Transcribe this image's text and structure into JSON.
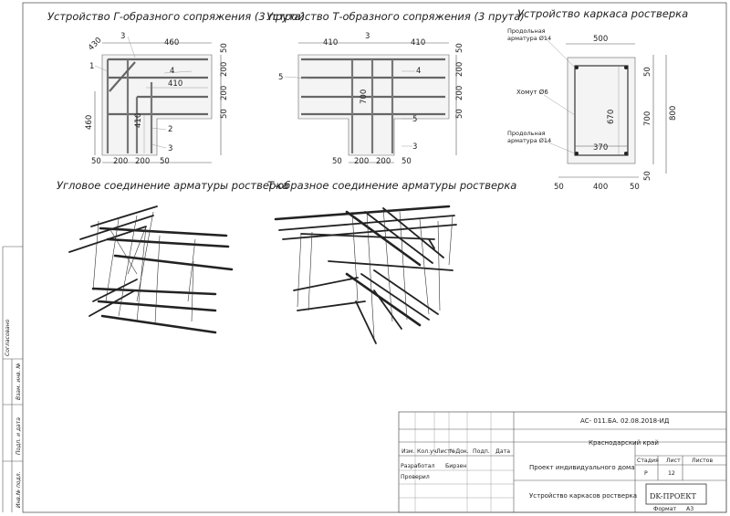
{
  "titles": {
    "g_joint": "Устройство Г-образного сопряжения (3 прута)",
    "t_joint": "Устройство Т-образного сопряжения (3 прута)",
    "frame": "Устройство каркаса ростверка",
    "g_corner_3d": "Угловое соединение арматуры ростверка",
    "t_joint_3d": "Т-образное соединение арматуры ростверка"
  },
  "g_plan": {
    "dims_top": [
      "430",
      "3",
      "460"
    ],
    "dims_right": [
      "50",
      "200",
      "200",
      "50"
    ],
    "dims_left": [
      "460"
    ],
    "dims_inner": [
      "410",
      "410"
    ],
    "dims_bottom": [
      "50",
      "200",
      "200",
      "50"
    ],
    "callouts": [
      "1",
      "4",
      "2",
      "3"
    ]
  },
  "t_plan": {
    "dims_top": [
      "410",
      "3",
      "410"
    ],
    "dims_right": [
      "50",
      "200",
      "200",
      "50"
    ],
    "dims_inner": [
      "700"
    ],
    "dims_bottom": [
      "50",
      "200",
      "200",
      "50"
    ],
    "callouts": [
      "5",
      "4",
      "5",
      "3"
    ]
  },
  "frame_section": {
    "width_top": "500",
    "width_inner": "370",
    "width_bottom": [
      "50",
      "400",
      "50"
    ],
    "height_inner": "670",
    "height_right": [
      "50",
      "700",
      "800",
      "50"
    ],
    "labels": {
      "top_bar": "Продольная арматура Ø14",
      "stirrup": "Хомут Ø6",
      "bottom_bar": "Продольная арматура Ø14"
    }
  },
  "side_stamp": {
    "agreed": "Согласовано",
    "inv_replace": "Взам. инв. №",
    "sign_date": "Подп. и дата",
    "inv_orig": "Инв.№ подл."
  },
  "title_block": {
    "code": "АС- 011.БА. 02.08.2018-ИД",
    "region": "Краснодарский край",
    "header_cols": [
      "Изм.",
      "Кол.уч.",
      "Лист",
      "№Док.",
      "Подп.",
      "Дата"
    ],
    "developed_label": "Разработал",
    "developed_name": "Бирзен",
    "checked_label": "Проверил",
    "project_name": "Проект индивидуального дома",
    "sheet_name": "Устройство каркасов ростверка",
    "stage_label": "Стадия",
    "sheet_label": "Лист",
    "sheets_label": "Листов",
    "stage_value": "Р",
    "sheet_value": "12",
    "logo": "DK-ПРОЕКТ",
    "format_label": "Формат",
    "format_value": "А3"
  }
}
